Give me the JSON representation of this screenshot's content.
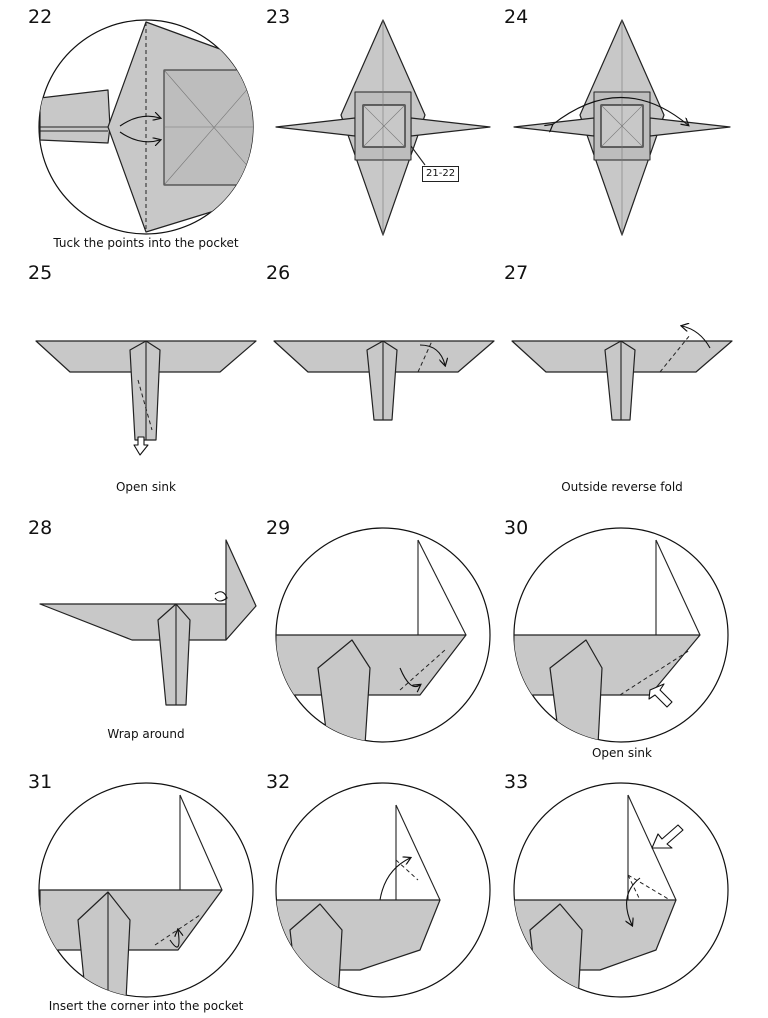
{
  "steps": [
    {
      "number": "22",
      "caption": "Tuck the points into the pocket"
    },
    {
      "number": "23",
      "caption": "",
      "reference": "21-22"
    },
    {
      "number": "24",
      "caption": ""
    },
    {
      "number": "25",
      "caption": "Open sink"
    },
    {
      "number": "26",
      "caption": ""
    },
    {
      "number": "27",
      "caption": "Outside reverse fold"
    },
    {
      "number": "28",
      "caption": "Wrap around"
    },
    {
      "number": "29",
      "caption": ""
    },
    {
      "number": "30",
      "caption": "Open sink"
    },
    {
      "number": "31",
      "caption": "Insert the corner into the pocket"
    },
    {
      "number": "32",
      "caption": ""
    },
    {
      "number": "33",
      "caption": ""
    }
  ],
  "colors": {
    "paper": "#c8c8c8",
    "outline": "#222222",
    "background": "#ffffff"
  }
}
